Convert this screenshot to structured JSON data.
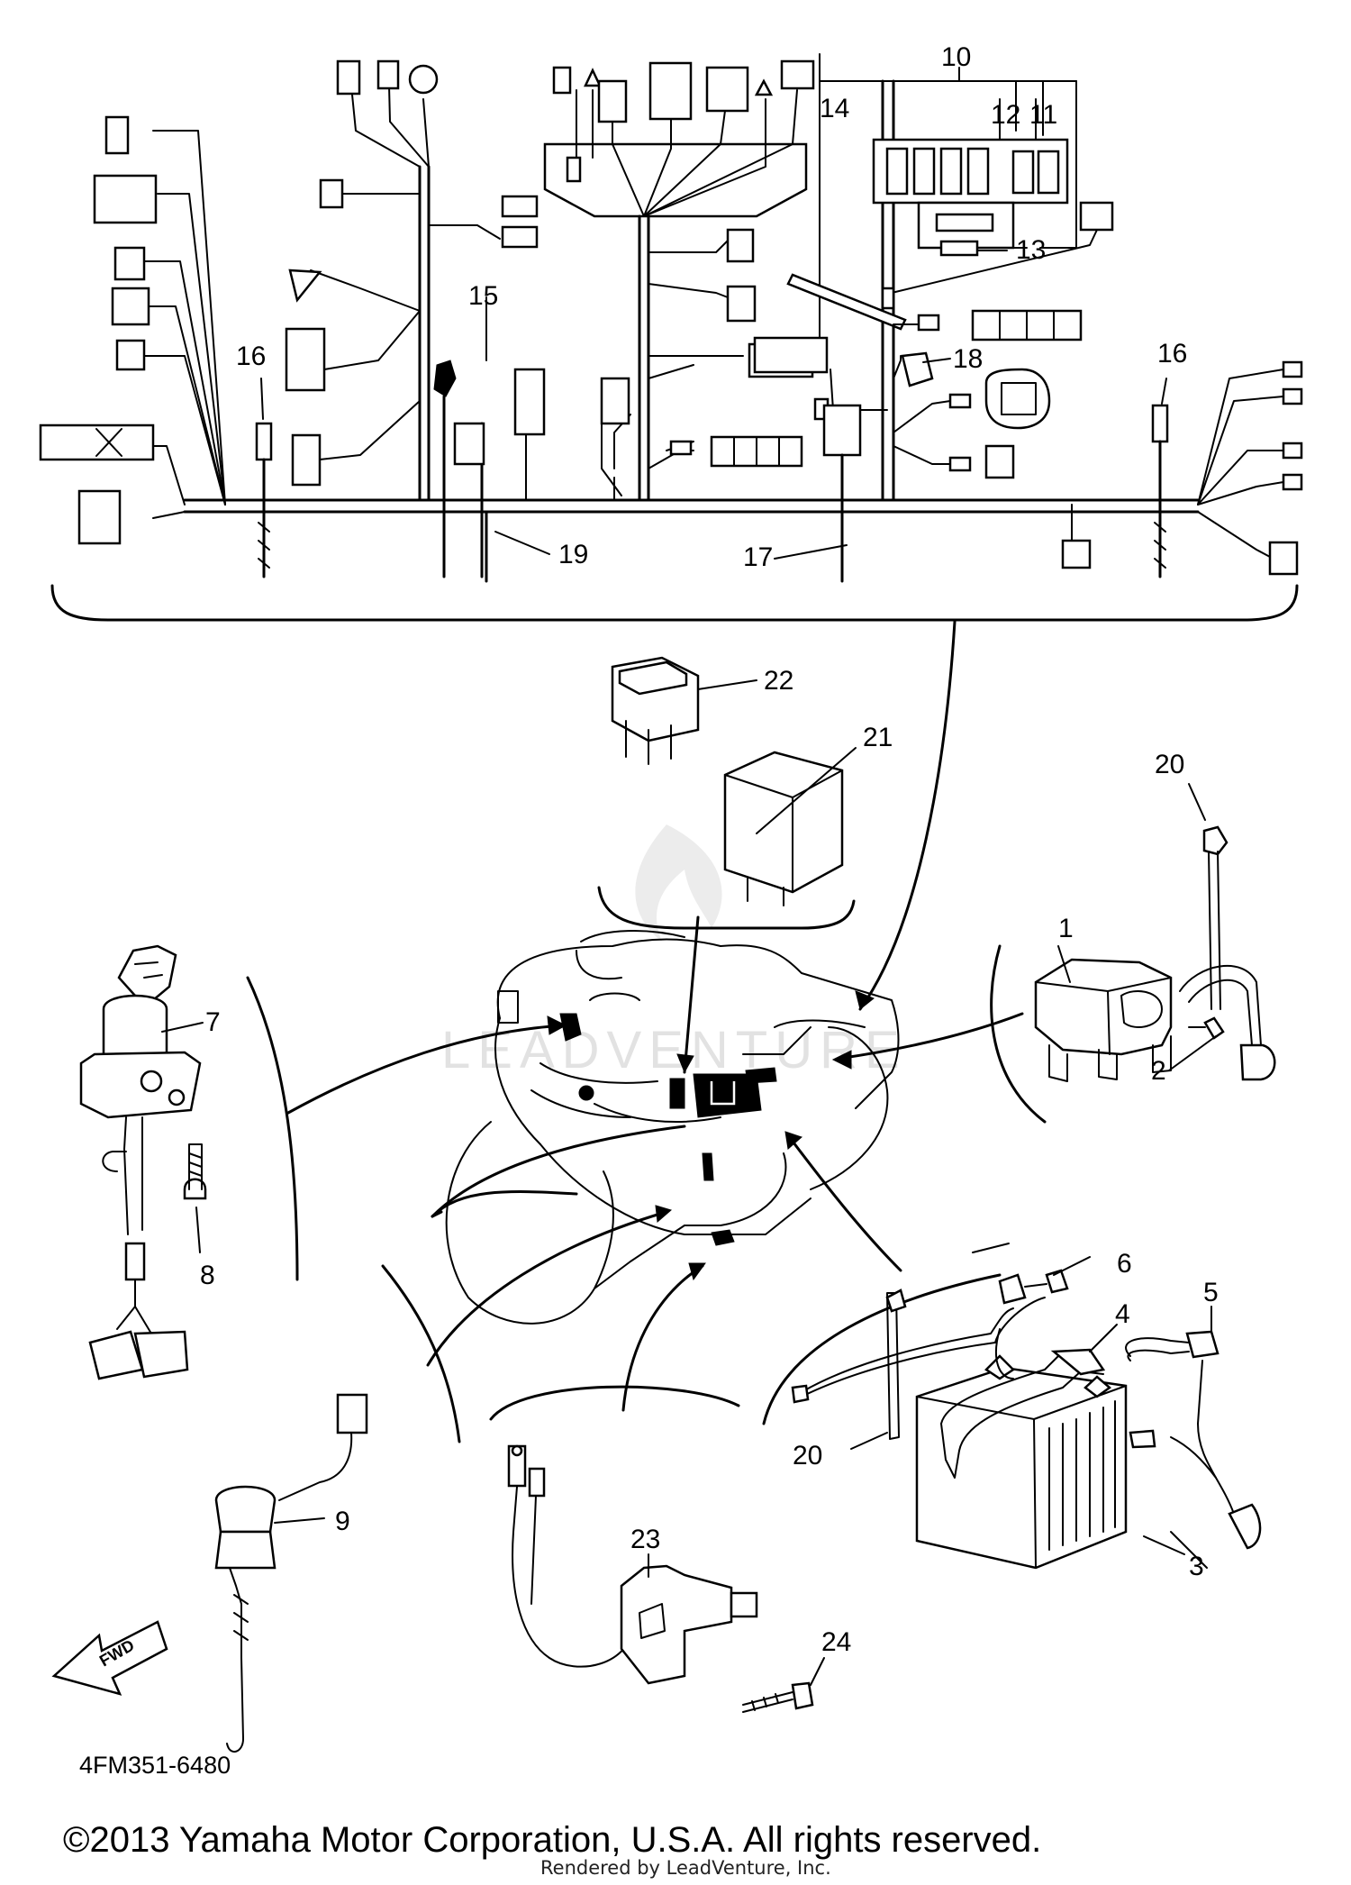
{
  "diagram": {
    "part_code": "4FM351-6480",
    "copyright": "©2013 Yamaha Motor Corporation, U.S.A. All rights reserved.",
    "rendered_by": "Rendered by LeadVenture, Inc.",
    "watermark": "LEADVENTURE",
    "fwd_label": "FWD",
    "callouts": [
      {
        "id": "c1",
        "label": "1"
      },
      {
        "id": "c2",
        "label": "2"
      },
      {
        "id": "c3",
        "label": "3"
      },
      {
        "id": "c4",
        "label": "4"
      },
      {
        "id": "c5",
        "label": "5"
      },
      {
        "id": "c6",
        "label": "6"
      },
      {
        "id": "c7",
        "label": "7"
      },
      {
        "id": "c8",
        "label": "8"
      },
      {
        "id": "c9",
        "label": "9"
      },
      {
        "id": "c10",
        "label": "10"
      },
      {
        "id": "c11",
        "label": "11"
      },
      {
        "id": "c12",
        "label": "12"
      },
      {
        "id": "c13",
        "label": "13"
      },
      {
        "id": "c14",
        "label": "14"
      },
      {
        "id": "c15",
        "label": "15"
      },
      {
        "id": "c16a",
        "label": "16"
      },
      {
        "id": "c16b",
        "label": "16"
      },
      {
        "id": "c17",
        "label": "17"
      },
      {
        "id": "c18",
        "label": "18"
      },
      {
        "id": "c19",
        "label": "19"
      },
      {
        "id": "c20a",
        "label": "20"
      },
      {
        "id": "c20b",
        "label": "20"
      },
      {
        "id": "c21",
        "label": "21"
      },
      {
        "id": "c22",
        "label": "22"
      },
      {
        "id": "c23",
        "label": "23"
      },
      {
        "id": "c24",
        "label": "24"
      }
    ]
  }
}
